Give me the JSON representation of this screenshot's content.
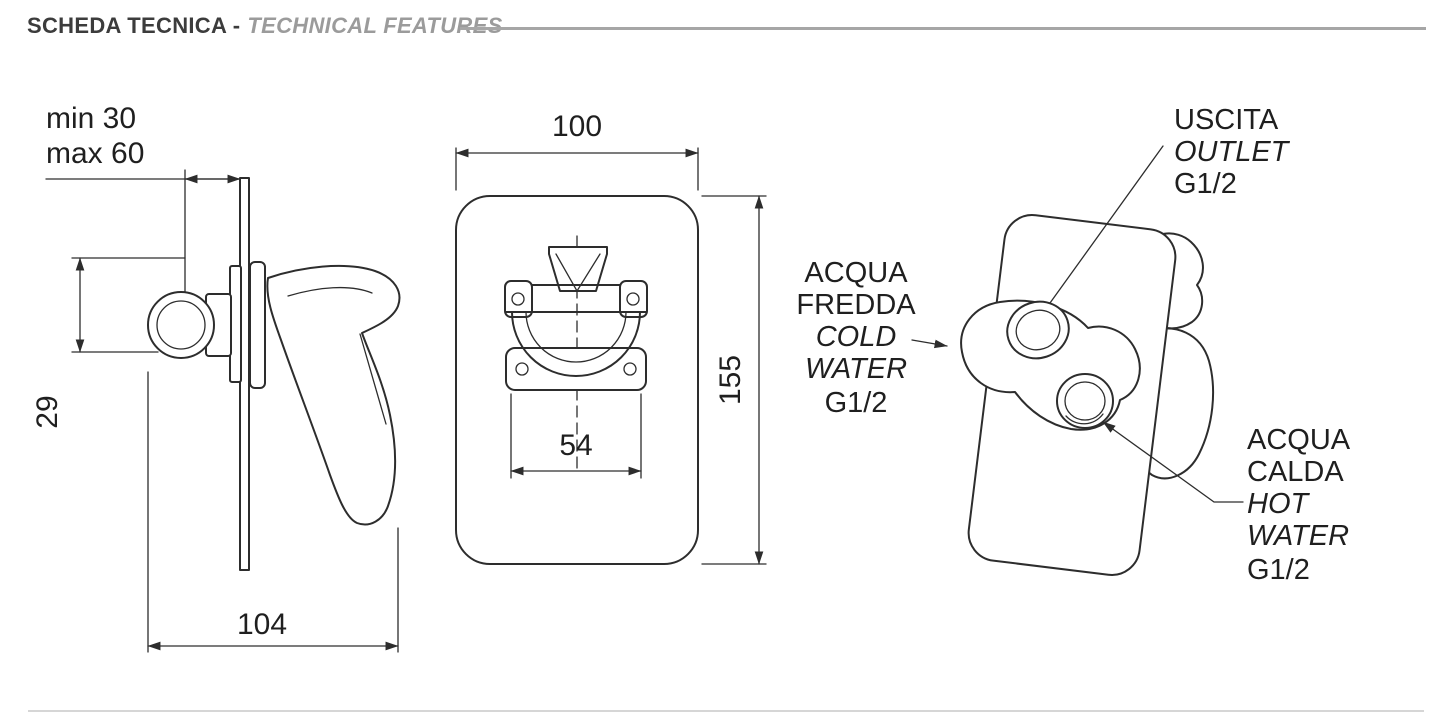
{
  "header": {
    "title": "SCHEDA TECNICA -",
    "subtitle": "TECHNICAL FEATURES"
  },
  "side_view": {
    "depth_min": "min 30",
    "depth_max": "max 60",
    "height_offset": "29",
    "total_width": "104"
  },
  "front_view": {
    "plate_width": "100",
    "plate_height": "155",
    "inner_width": "54"
  },
  "labels": {
    "outlet": {
      "it": "USCITA",
      "en": "OUTLET",
      "size": "G1/2"
    },
    "cold": {
      "it1": "ACQUA",
      "it2": "FREDDA",
      "en1": "COLD",
      "en2": "WATER",
      "size": "G1/2"
    },
    "hot": {
      "it1": "ACQUA",
      "it2": "CALDA",
      "en1": "HOT",
      "en2": "WATER",
      "size": "G1/2"
    }
  }
}
